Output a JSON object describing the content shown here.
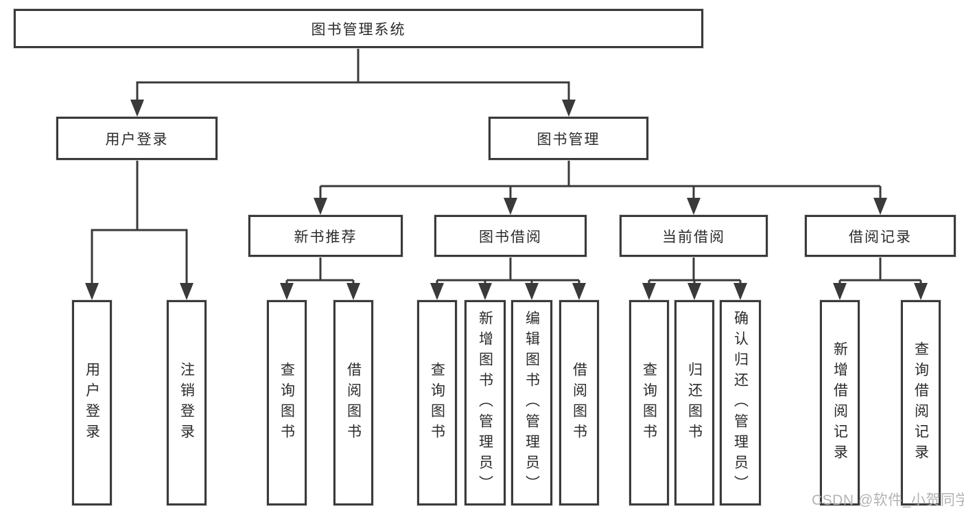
{
  "colors": {
    "line": "#3a3a3a",
    "text": "#2b2b2b",
    "watermark": "#b3b3b3",
    "background": "#ffffff"
  },
  "root": {
    "label": "图书管理系统"
  },
  "level2": {
    "user_login": {
      "label": "用户登录"
    },
    "book_mgmt": {
      "label": "图书管理"
    }
  },
  "level3": {
    "new_book": {
      "label": "新书推荐"
    },
    "book_borrow": {
      "label": "图书借阅"
    },
    "current_borrow": {
      "label": "当前借阅"
    },
    "borrow_records": {
      "label": "借阅记录"
    }
  },
  "leaves": {
    "user_login": {
      "label": "用户登录"
    },
    "logout": {
      "label": "注销登录"
    },
    "nb_query": {
      "label": "查询图书"
    },
    "nb_borrow": {
      "label": "借阅图书"
    },
    "bb_query": {
      "label": "查询图书"
    },
    "bb_add": {
      "label": "新增图书（管理员）"
    },
    "bb_edit": {
      "label": "编辑图书（管理员）"
    },
    "bb_borrow": {
      "label": "借阅图书"
    },
    "cb_query": {
      "label": "查询图书"
    },
    "cb_return": {
      "label": "归还图书"
    },
    "cb_confirm": {
      "label": "确认归还（管理员）"
    },
    "br_add": {
      "label": "新增借阅记录"
    },
    "br_query": {
      "label": "查询借阅记录"
    }
  },
  "watermark": {
    "text": "CSDN @软件_小贺同学"
  }
}
